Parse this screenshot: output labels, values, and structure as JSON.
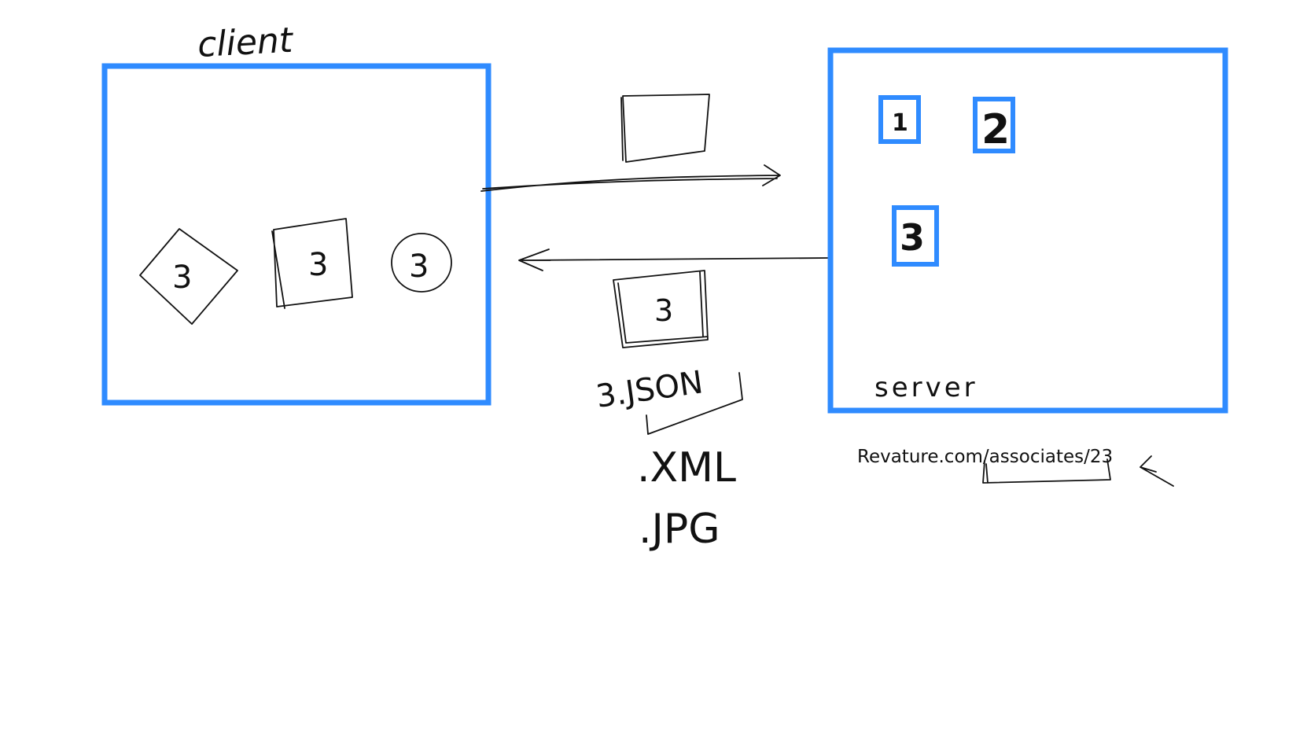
{
  "client": {
    "label": "client",
    "items": [
      "3",
      "3",
      "3"
    ]
  },
  "server": {
    "label": "server",
    "items": [
      "1",
      "2",
      "3"
    ]
  },
  "response": {
    "item": "3",
    "formats": [
      "3.JSON",
      ".XML",
      ".JPG"
    ]
  },
  "url": {
    "text": "Revature.com/associates/23"
  },
  "colors": {
    "box": "#2f8bff",
    "ink": "#111111"
  }
}
